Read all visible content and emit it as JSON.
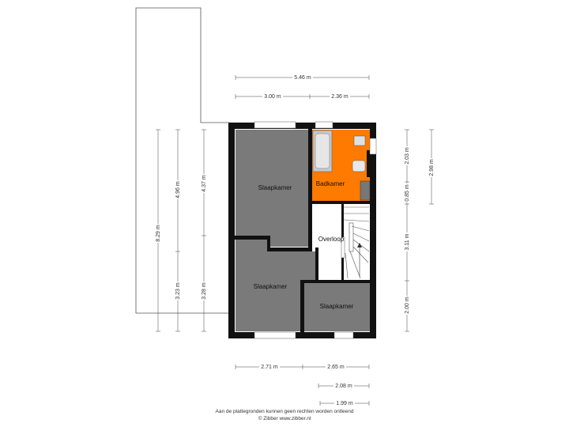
{
  "rooms": {
    "bedroom_top": "Slaapkamer",
    "bedroom_bottom_left": "Slaapkamer",
    "bedroom_bottom_right": "Slaapkamer",
    "bathroom": "Badkamer",
    "landing": "Overloop"
  },
  "dimensions": {
    "top_total": "5.46 m",
    "top_left": "3.00 m",
    "top_right": "2.36 m",
    "left_outer": "8.29 m",
    "left_mid_upper": "4.96 m",
    "left_mid_lower": "3.23 m",
    "left_inner_upper": "4.37 m",
    "left_inner_lower": "3.28 m",
    "right_inner_1": "2.03 m",
    "right_inner_2": "0.85 m",
    "right_inner_3": "3.11 m",
    "right_inner_4": "2.00 m",
    "right_outer": "2.98 m",
    "bottom_left": "2.71 m",
    "bottom_right": "2.65 m",
    "bottom_2": "2.08 m",
    "bottom_3": "1.99 m"
  },
  "footer": {
    "line1": "Aan de plattegronden kunnen geen rechten worden ontleend",
    "line2": "© Zibber www.zibber.nl"
  },
  "colors": {
    "room_fill": "#7a7a7a",
    "bath_fill": "#ff7a00",
    "wall": "#111111"
  }
}
